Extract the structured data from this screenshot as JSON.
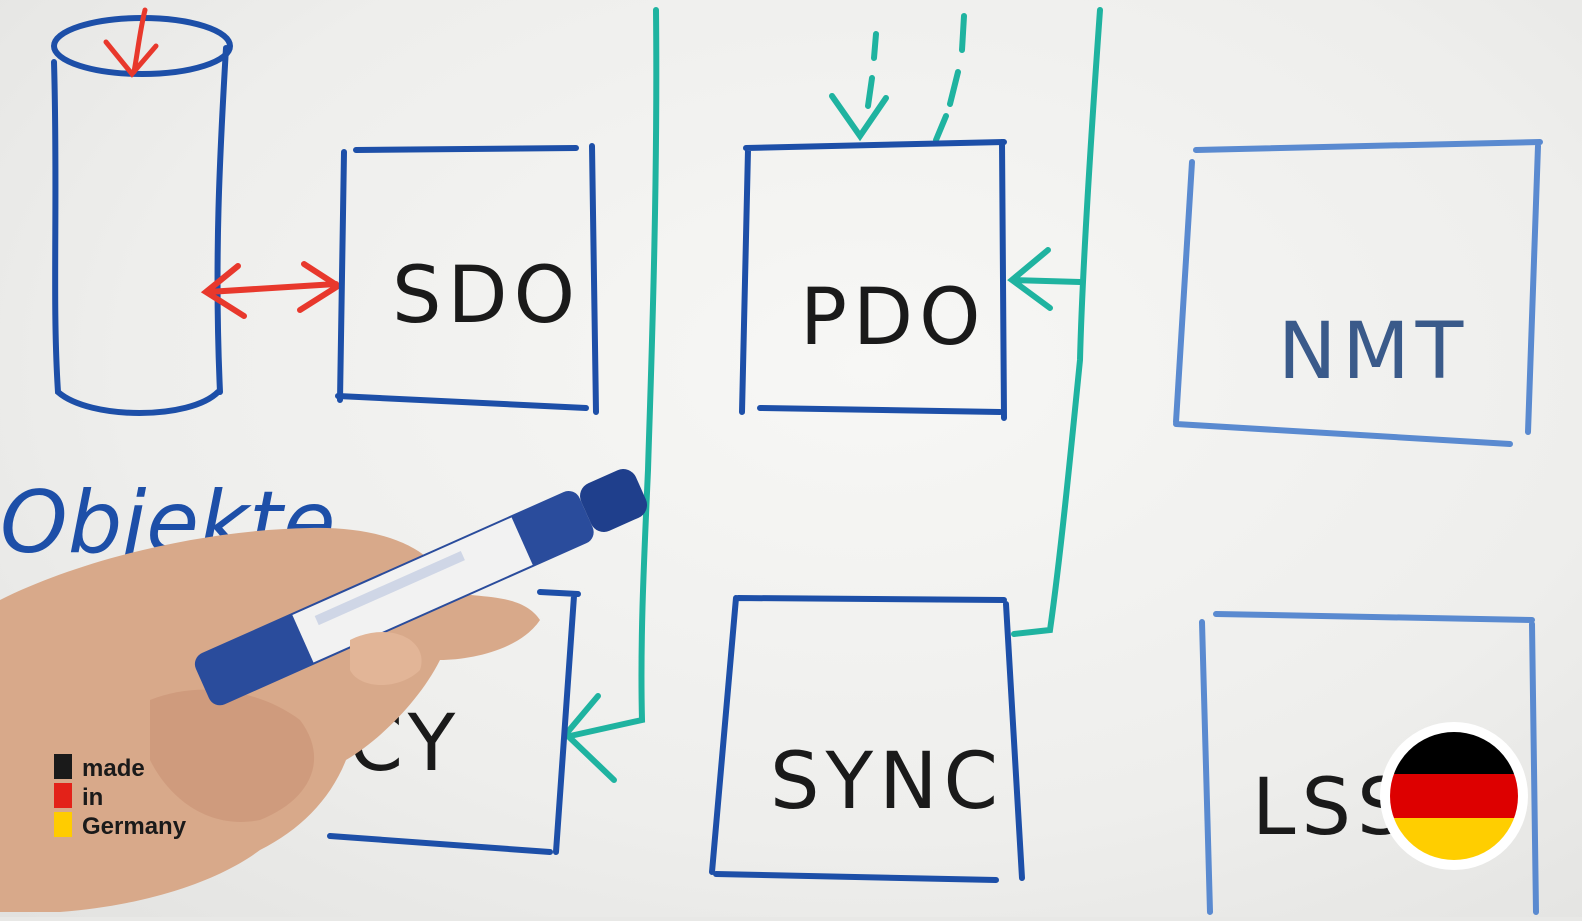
{
  "boxes": {
    "sdo": "SDO",
    "pdo": "PDO",
    "nmt": "NMT",
    "emcy": "EMCY",
    "sync": "SYNC",
    "lss": "LSS"
  },
  "objects_label": "Objekte",
  "badge": {
    "lines": [
      "made",
      "in",
      "Germany"
    ],
    "colors": [
      "#1a1a1a",
      "#e32219",
      "#ffcc00"
    ]
  },
  "flag_colors": [
    "#000000",
    "#dd0000",
    "#ffce00"
  ],
  "marker_colors": {
    "dark_blue": "#1d4fa8",
    "teal": "#1fb3a0",
    "red": "#e8382c",
    "light_blue": "#5a8ad0",
    "black_ink": "#1a1a1a"
  }
}
